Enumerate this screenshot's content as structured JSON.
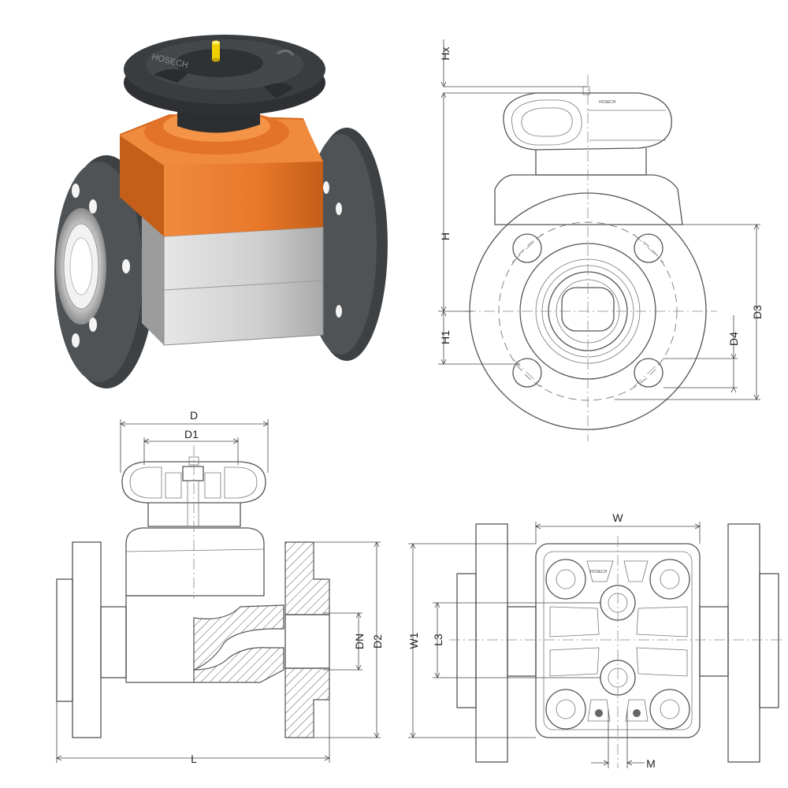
{
  "product": {
    "brand_marking": "HOSECH"
  },
  "dimensions": {
    "hx": "Hx",
    "h": "H",
    "h1": "H1",
    "d3": "D3",
    "d4": "D4",
    "d": "D",
    "d1": "D1",
    "dn": "DN",
    "d2": "D2",
    "l": "L",
    "w": "W",
    "w1": "W1",
    "l3": "L3",
    "m": "M"
  },
  "colors": {
    "handwheel": "#3a3d40",
    "bonnet": "#e8782a",
    "body": "#c9c9c9",
    "flange": "#3e4144",
    "indicator": "#f0d000",
    "line": "#555555"
  }
}
